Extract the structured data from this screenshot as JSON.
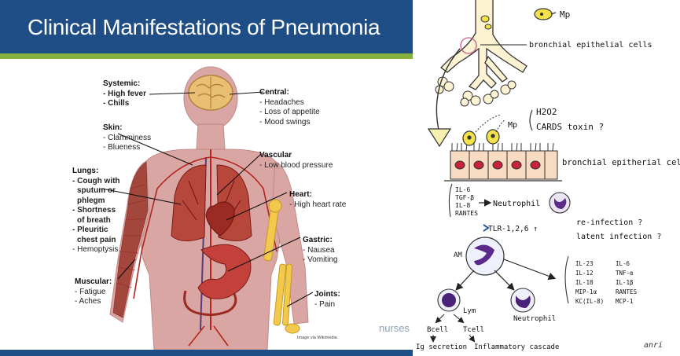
{
  "left_panel": {
    "title": "Clinical Manifestations of Pneumonia",
    "credit": "Image via Wikimedia",
    "colors": {
      "banner": "#1f4e87",
      "stripe": "#86b13c",
      "body": "#d7a09c",
      "organs": "#b5342c"
    },
    "labels": {
      "systemic": {
        "heading": "Systemic:",
        "items": [
          "- High fever",
          "- Chills"
        ]
      },
      "skin": {
        "heading": "Skin:",
        "items": [
          "- Clamminess",
          "- Blueness"
        ]
      },
      "lungs": {
        "heading": "Lungs:",
        "items": [
          "- Cough with",
          "sputum or",
          "phlegm",
          "- Shortness",
          "of breath",
          "- Pleuritic",
          "chest pain",
          "- Hemoptysis"
        ]
      },
      "muscular": {
        "heading": "Muscular:",
        "items": [
          "- Fatigue",
          "- Aches"
        ]
      },
      "central": {
        "heading": "Central:",
        "items": [
          "- Headaches",
          "- Loss of appetite",
          "- Mood swings"
        ]
      },
      "vascular": {
        "heading": "Vascular",
        "items": [
          "- Low blood pressure"
        ]
      },
      "heart": {
        "heading": "Heart:",
        "items": [
          "- High heart rate"
        ]
      },
      "gastric": {
        "heading": "Gastric:",
        "items": [
          "- Nausea",
          "- Vomiting"
        ]
      },
      "joints": {
        "heading": "Joints:",
        "items": [
          "- Pain"
        ]
      }
    }
  },
  "right_panel": {
    "mp_top": "Mp",
    "bronchial_top": "bronchial epithelial cells",
    "h2o2": "H2O2",
    "cards": "CARDS toxin ?",
    "mp_mid": "Mp",
    "bronchial_mid": "bronchial epitherial cells",
    "cytokines_left": [
      "IL-6",
      "TGF-β",
      "IL-8",
      "RANTES"
    ],
    "neutrophil_mid": "Neutrophil",
    "reinfection": "re-infection ?",
    "latent": "latent infection ?",
    "tlr": "TLR-1,2,6 ↑",
    "am": "AM",
    "cytokines_right_col1": [
      "IL-23",
      "IL-12",
      "IL-18",
      "MIP-1α",
      "KC(IL-8)"
    ],
    "cytokines_right_col2": [
      "IL-6",
      "TNF-α",
      "IL-1β",
      "RANTES",
      "MCP-1"
    ],
    "lym": "Lym",
    "neutrophil_bottom": "Neutrophil",
    "bcell": "Bcell",
    "tcell": "Tcell",
    "ig_secretion": "Ig secretion",
    "inflammatory": "Inflammatory cascade",
    "watermark": "nurses",
    "signature": "anri"
  }
}
